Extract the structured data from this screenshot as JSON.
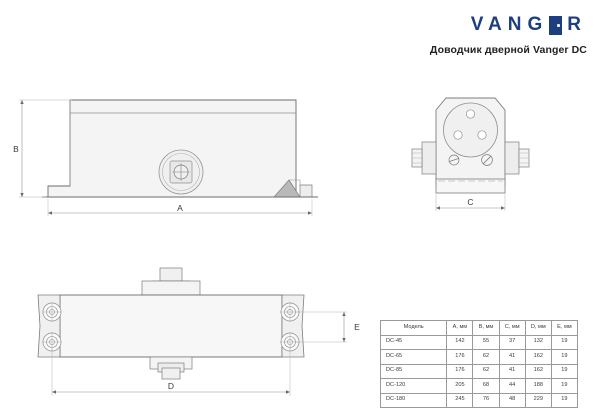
{
  "brand": {
    "logo_letters_before": "VANG",
    "logo_door_icon": "door-icon",
    "logo_letters_after": "R",
    "subtitle": "Доводчик дверной Vanger DC",
    "accent_color": "#1d3f80"
  },
  "drawings": {
    "side_view": {
      "name": "side-view",
      "dimension_labels": {
        "height": "B",
        "length": "A"
      }
    },
    "front_view": {
      "name": "front-view",
      "dimension_labels": {
        "width": "C"
      }
    },
    "plan_view": {
      "name": "plan-view",
      "dimension_labels": {
        "length": "D",
        "spacing": "E"
      }
    }
  },
  "spec_table": {
    "name": "specification-table",
    "headers": [
      "Модель",
      "A, мм",
      "B, мм",
      "C, мм",
      "D, мм",
      "E, мм"
    ],
    "rows": [
      {
        "model": "DC-45",
        "a": "142",
        "b": "55",
        "c": "37",
        "d": "132",
        "e": "19"
      },
      {
        "model": "DC-65",
        "a": "176",
        "b": "62",
        "c": "41",
        "d": "162",
        "e": "19"
      },
      {
        "model": "DC-85",
        "a": "176",
        "b": "62",
        "c": "41",
        "d": "162",
        "e": "19"
      },
      {
        "model": "DC-120",
        "a": "205",
        "b": "68",
        "c": "44",
        "d": "188",
        "e": "19"
      },
      {
        "model": "DC-180",
        "a": "245",
        "b": "76",
        "c": "48",
        "d": "229",
        "e": "19"
      }
    ]
  },
  "colors": {
    "line": "#6b6b6b",
    "line_light": "#a8a8a8",
    "fill_light": "#f2f2f2",
    "fill_mid": "#e2e2e2",
    "fill_dark": "#b9b9b9",
    "text": "#3a3a3a"
  }
}
